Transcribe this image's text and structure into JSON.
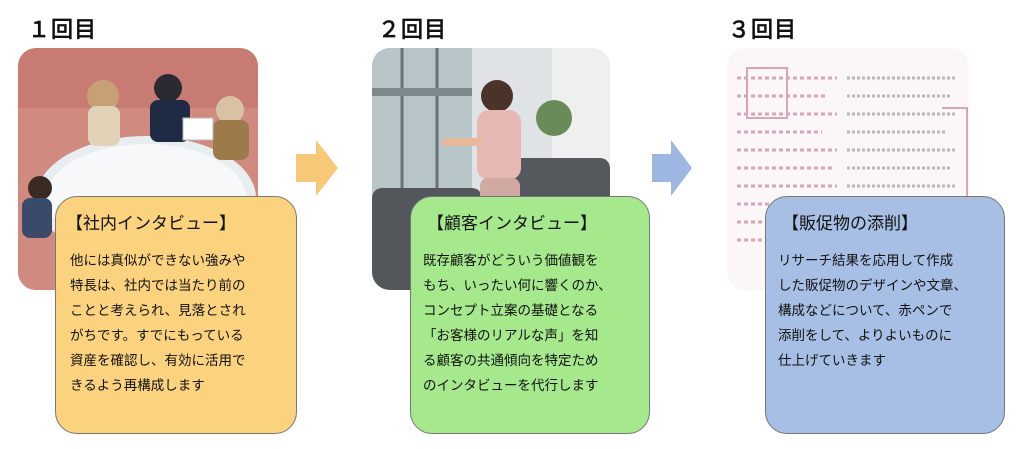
{
  "steps": [
    {
      "label": "１回目",
      "title": "【社内インタビュー】",
      "lines": [
        "他には真似ができない強みや",
        "特長は、社内では当たり前の",
        "ことと考えられ、見落とされ",
        "がちです。すでにもっている",
        "資産を確認し、有効に活用で",
        "きるよう再構成します"
      ],
      "photo": "meeting-table-photo",
      "card_color": "#fbd27e"
    },
    {
      "label": "２回目",
      "title": "【顧客インタビュー】",
      "lines": [
        "既存顧客がどういう価値観を",
        "もち、いったい何に響くのか、",
        "コンセプト立案の基礎となる",
        "「お客様のリアルな声」を知",
        "る顧客の共通傾向を特定ため",
        "のインタビューを代行します"
      ],
      "photo": "interview-woman-photo",
      "card_color": "#a5e98c"
    },
    {
      "label": "３回目",
      "title": "【販促物の添削】",
      "lines": [
        "リサーチ結果を応用して作成",
        "した販促物のデザインや文章、",
        "構成などについて、赤ペンで",
        "添削をして、よりよいものに",
        "仕上げていきます"
      ],
      "photo": "red-pen-document-photo",
      "card_color": "#a7bfe4"
    }
  ],
  "arrows": [
    {
      "icon": "arrow-right-icon",
      "color": "#f7c978"
    },
    {
      "icon": "arrow-right-icon",
      "color": "#9db7e0"
    }
  ]
}
